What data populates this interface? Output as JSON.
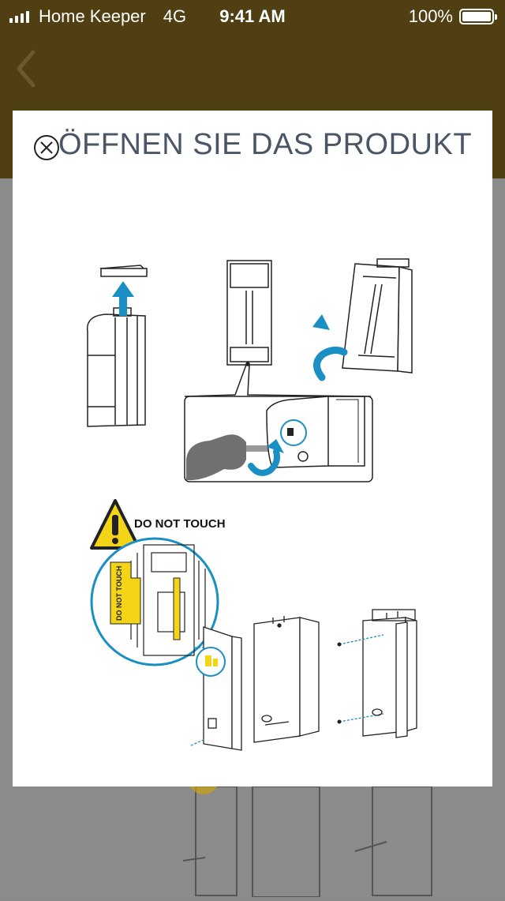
{
  "status_bar": {
    "carrier": "Home Keeper",
    "network": "4G",
    "time": "9:41 AM",
    "battery": "100%",
    "battery_level": 1.0
  },
  "nav": {
    "back_icon": "chevron-left-icon"
  },
  "modal": {
    "title": "ÖFFNEN SIE DAS PRODUKT",
    "close_icon": "close-circle-icon",
    "warning_label": "DO NOT TOUCH",
    "sticker_label": "DO NOT TOUCH"
  },
  "colors": {
    "header": "#4f3f12",
    "overlay": "#8b8b8b",
    "accent_blue": "#1a8fc3",
    "warning_yellow": "#f3d417",
    "title_text": "#4a5566"
  }
}
